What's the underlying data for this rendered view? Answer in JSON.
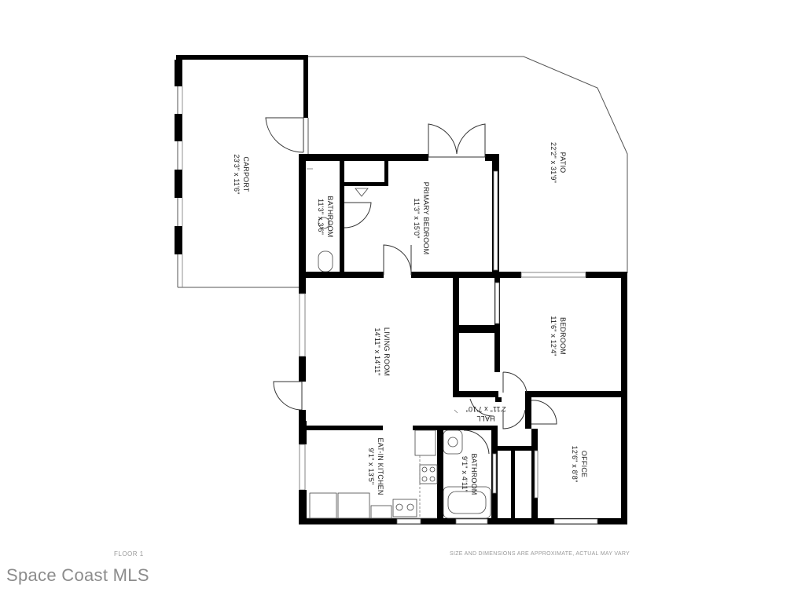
{
  "rooms": {
    "carport": {
      "name": "CARPORT",
      "dims": "23'3\" x 11'6\""
    },
    "patio": {
      "name": "PATIO",
      "dims": "22'2\" x 31'9\""
    },
    "bathroom_1": {
      "name": "BATHROOM",
      "dims": "11'3\" x 3'6\""
    },
    "primary_bedroom": {
      "name": "PRIMARY BEDROOM",
      "dims": "11'3\" x 15'0\""
    },
    "living_room": {
      "name": "LIVING ROOM",
      "dims": "14'11\" x 14'11\""
    },
    "bedroom": {
      "name": "BEDROOM",
      "dims": "11'6\" x 12'4\""
    },
    "hall": {
      "name": "HALL",
      "dims": "2'11\" x 7'10\""
    },
    "office": {
      "name": "OFFICE",
      "dims": "12'6\" x 8'8\""
    },
    "kitchen": {
      "name": "EAT-IN KITCHEN",
      "dims": "9'1\" x 13'5\""
    },
    "bathroom_2": {
      "name": "BATHROOM",
      "dims": "9'1\" x 4'11\""
    }
  },
  "footer": {
    "floor": "FLOOR 1",
    "disclaimer": "SIZE AND DIMENSIONS ARE APPROXIMATE, ACTUAL MAY VARY",
    "brand": "Space Coast MLS"
  }
}
